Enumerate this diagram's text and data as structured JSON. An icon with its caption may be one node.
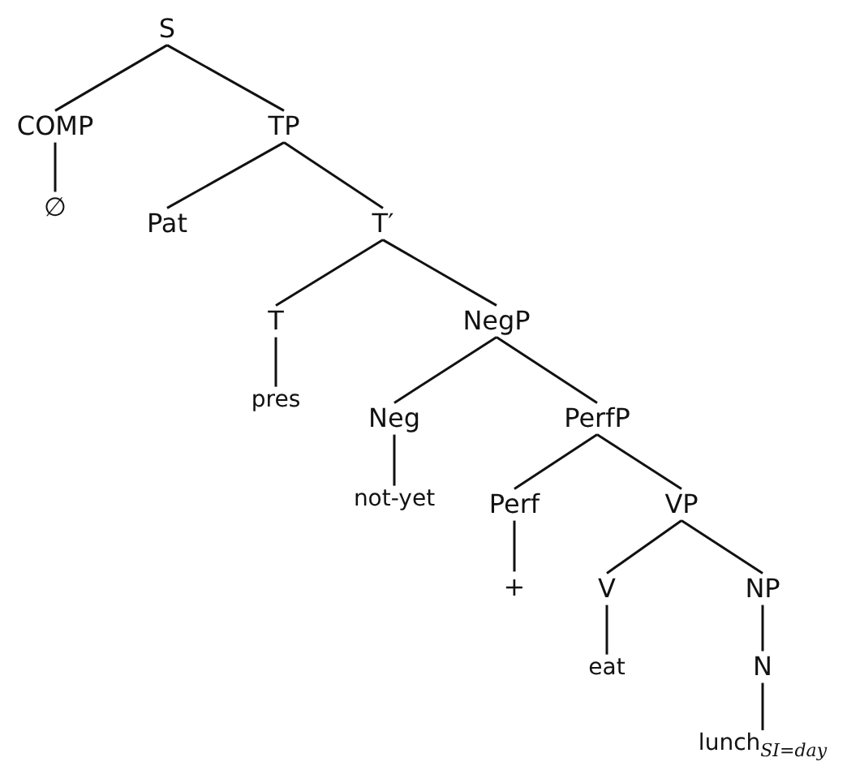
{
  "diagram": {
    "nodes": [
      {
        "text": [
          "S"
        ]
      },
      {
        "text": [
          "COMP"
        ]
      },
      {
        "text": [
          "TP"
        ]
      },
      {
        "text": [
          "∅"
        ]
      },
      {
        "text": [
          "Pat"
        ]
      },
      {
        "text": [
          "T′"
        ]
      },
      {
        "text": [
          "T"
        ]
      },
      {
        "text": [
          "NegP"
        ]
      },
      {
        "text": [
          "pres"
        ]
      },
      {
        "text": [
          "Neg"
        ]
      },
      {
        "text": [
          "PerfP"
        ]
      },
      {
        "text": [
          "not-yet"
        ]
      },
      {
        "text": [
          "Perf"
        ]
      },
      {
        "text": [
          "VP"
        ]
      },
      {
        "text": [
          "+"
        ]
      },
      {
        "text": [
          "V"
        ]
      },
      {
        "text": [
          "NP"
        ]
      },
      {
        "text": [
          "eat"
        ]
      },
      {
        "text": [
          "N"
        ]
      },
      {
        "text": [
          "lunch$_{SI=day}$"
        ]
      }
    ],
    "edges": [
      {
        "from": 0,
        "to": 1,
        "arrow": "none"
      },
      {
        "from": 0,
        "to": 2,
        "arrow": "none"
      },
      {
        "from": 1,
        "to": 3,
        "arrow": "none"
      },
      {
        "from": 2,
        "to": 4,
        "arrow": "none"
      },
      {
        "from": 2,
        "to": 5,
        "arrow": "none"
      },
      {
        "from": 5,
        "to": 6,
        "arrow": "none"
      },
      {
        "from": 5,
        "to": 7,
        "arrow": "none"
      },
      {
        "from": 6,
        "to": 8,
        "arrow": "none"
      },
      {
        "from": 7,
        "to": 9,
        "arrow": "none"
      },
      {
        "from": 7,
        "to": 10,
        "arrow": "none"
      },
      {
        "from": 9,
        "to": 11,
        "arrow": "none"
      },
      {
        "from": 10,
        "to": 12,
        "arrow": "none"
      },
      {
        "from": 10,
        "to": 13,
        "arrow": "none"
      },
      {
        "from": 12,
        "to": 14,
        "arrow": "none"
      },
      {
        "from": 13,
        "to": 15,
        "arrow": "none"
      },
      {
        "from": 13,
        "to": 16,
        "arrow": "none"
      },
      {
        "from": 15,
        "to": 17,
        "arrow": "none"
      },
      {
        "from": 16,
        "to": 18,
        "arrow": "none"
      },
      {
        "from": 18,
        "to": 19,
        "arrow": "none"
      }
    ]
  }
}
